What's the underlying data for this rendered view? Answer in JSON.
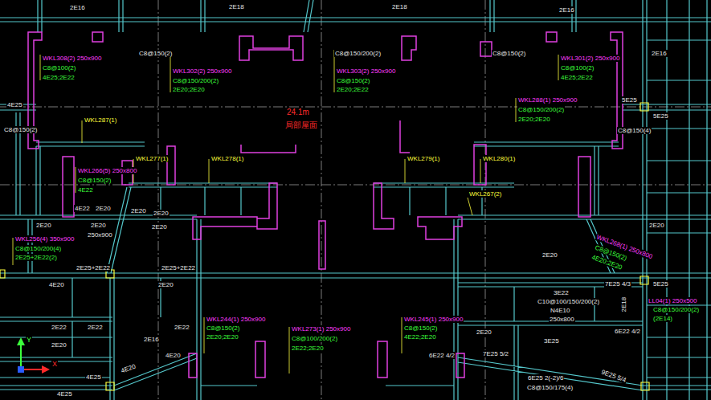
{
  "diagram": {
    "labels": [
      "2E16",
      "2E18",
      "2E18",
      "2E16",
      "2E16",
      "WKL308(2) 250x900",
      "C8@100(2)",
      "4E25;2E22",
      "C8@150(2)",
      "WKL302(2) 250x900",
      "C8@150/200(2)",
      "2E20;2E20",
      "C8@150/200(2)",
      "WKL303(2) 250x900",
      "C8@150(2)",
      "2E20;2E22",
      "C8@150(2)",
      "WKL301(2) 250x900",
      "C8@100(2)",
      "4E25;2E22",
      "4E25",
      "C8@150(2)",
      "5E25",
      "5E25",
      "C8@150(4)",
      "WKL287(1)",
      "WKL288(1) 250x900",
      "C8@150/200(2)",
      "2E20;2E20",
      "24.1m",
      "局部屋面",
      "WKL277(1)",
      "WKL278(1)",
      "WKL279(1)",
      "WKL280(1)",
      "WKL266(5) 250x800",
      "C8@150(2)",
      "4E22",
      "WKL267(2)",
      "4E22",
      "2E20",
      "2E20",
      "2E20",
      "2E20",
      "2E20",
      "250x900",
      "2E20",
      "2E20",
      "WKL256(4) 350x900",
      "C8@150/200(4)",
      "2E25+2E22(2)",
      "WKL268(1) 250x800",
      "C8@150(2)",
      "4E20;2E20",
      "2E25+2E22",
      "2E25+2E22",
      "2E20",
      "7E25 4/3",
      "5E25",
      "4E20",
      "2E20",
      "3E22",
      "C10@100/150/200(2)",
      "N4E10",
      "250x800",
      "LL04(1) 250x500",
      "C8@150/200(2)",
      "(2E14)",
      "2E18",
      "6E22 4/2",
      "WKL244(1) 250x900",
      "C8@150(2)",
      "2E20;2E20",
      "WKL273(1) 250x900",
      "C8@100/200(2)",
      "2E22;2E20",
      "WKL245(1) 250x900",
      "C8@150(2)",
      "4E22;2E20",
      "2E22",
      "2E22",
      "2E22",
      "2E20",
      "3E25",
      "2E20",
      "2E16",
      "4E20",
      "6E22 4/2",
      "7E25 5/2",
      "4E25",
      "4E20",
      "6E25 2(-2)/6",
      "C8@150/175(4)",
      "9E25 5/4",
      "4E25",
      "Y",
      "X"
    ]
  }
}
